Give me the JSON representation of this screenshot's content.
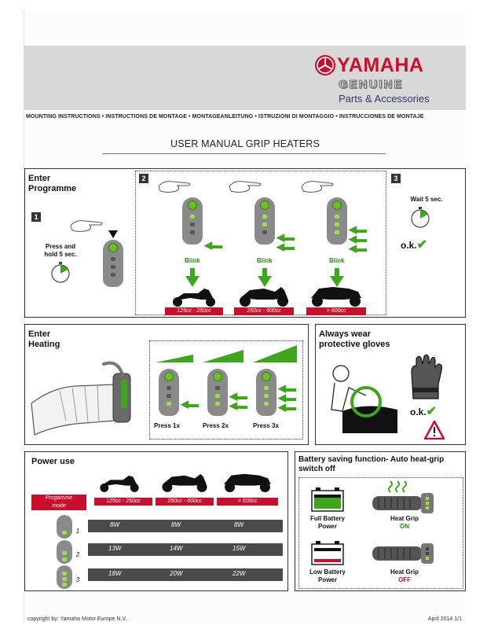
{
  "brand": {
    "name": "YAMAHA",
    "genuine": "GENUINE",
    "parts": "Parts & Accessories",
    "color": "#c8102e"
  },
  "languages_line": "MOUNTING INSTRUCTIONS • INSTRUCTIONS DE MONTAGE • MONTAGEANLEITUNG • ISTRUZIONI DI MONTAGGIO • INSTRUCCIONES DE MONTAJE",
  "title": "USER MANUAL GRIP HEATERS",
  "programme": {
    "title_line1": "Enter",
    "title_line2": "Programme",
    "step1": {
      "num": "1",
      "text_line1": "Press and",
      "text_line2": "hold 5 sec."
    },
    "step2": {
      "num": "2",
      "blink_label": "Blink"
    },
    "step3": {
      "num": "3",
      "wait": "Wait 5 sec.",
      "ok": "o.k."
    },
    "cc_bands": [
      "125cc - 250cc",
      "250cc - 600cc",
      "> 600cc"
    ]
  },
  "heating": {
    "title_line1": "Enter",
    "title_line2": "Heating",
    "press": [
      "Press 1x",
      "Press 2x",
      "Press 3x"
    ]
  },
  "gloves": {
    "title_line1": "Always wear",
    "title_line2": "protective gloves",
    "ok": "o.k."
  },
  "power": {
    "title": "Power use",
    "mode_label_line1": "Progamme",
    "mode_label_line2": "mode",
    "columns": [
      "125cc - 250cc",
      "250cc - 600cc",
      "> 600cc"
    ],
    "rows": [
      {
        "mode": "1",
        "values": [
          "8W",
          "8W",
          "8W"
        ]
      },
      {
        "mode": "2",
        "values": [
          "13W",
          "14W",
          "15W"
        ]
      },
      {
        "mode": "3",
        "values": [
          "18W",
          "20W",
          "22W"
        ]
      }
    ]
  },
  "battery": {
    "title_line1": "Battery saving function- Auto heat-grip",
    "title_line2": "switch off",
    "full_line1": "Full Battery",
    "full_line2": "Power",
    "grip_on_line1": "Heat Grip",
    "grip_on_line2": "ON",
    "low_line1": "Low Battery",
    "low_line2": "Power",
    "grip_off_line1": "Heat Grip",
    "grip_off_line2": "OFF"
  },
  "footer": {
    "copyright": "copyright by: Yamaha Motor Europe N.V.",
    "date": "April 2014 1/1"
  }
}
